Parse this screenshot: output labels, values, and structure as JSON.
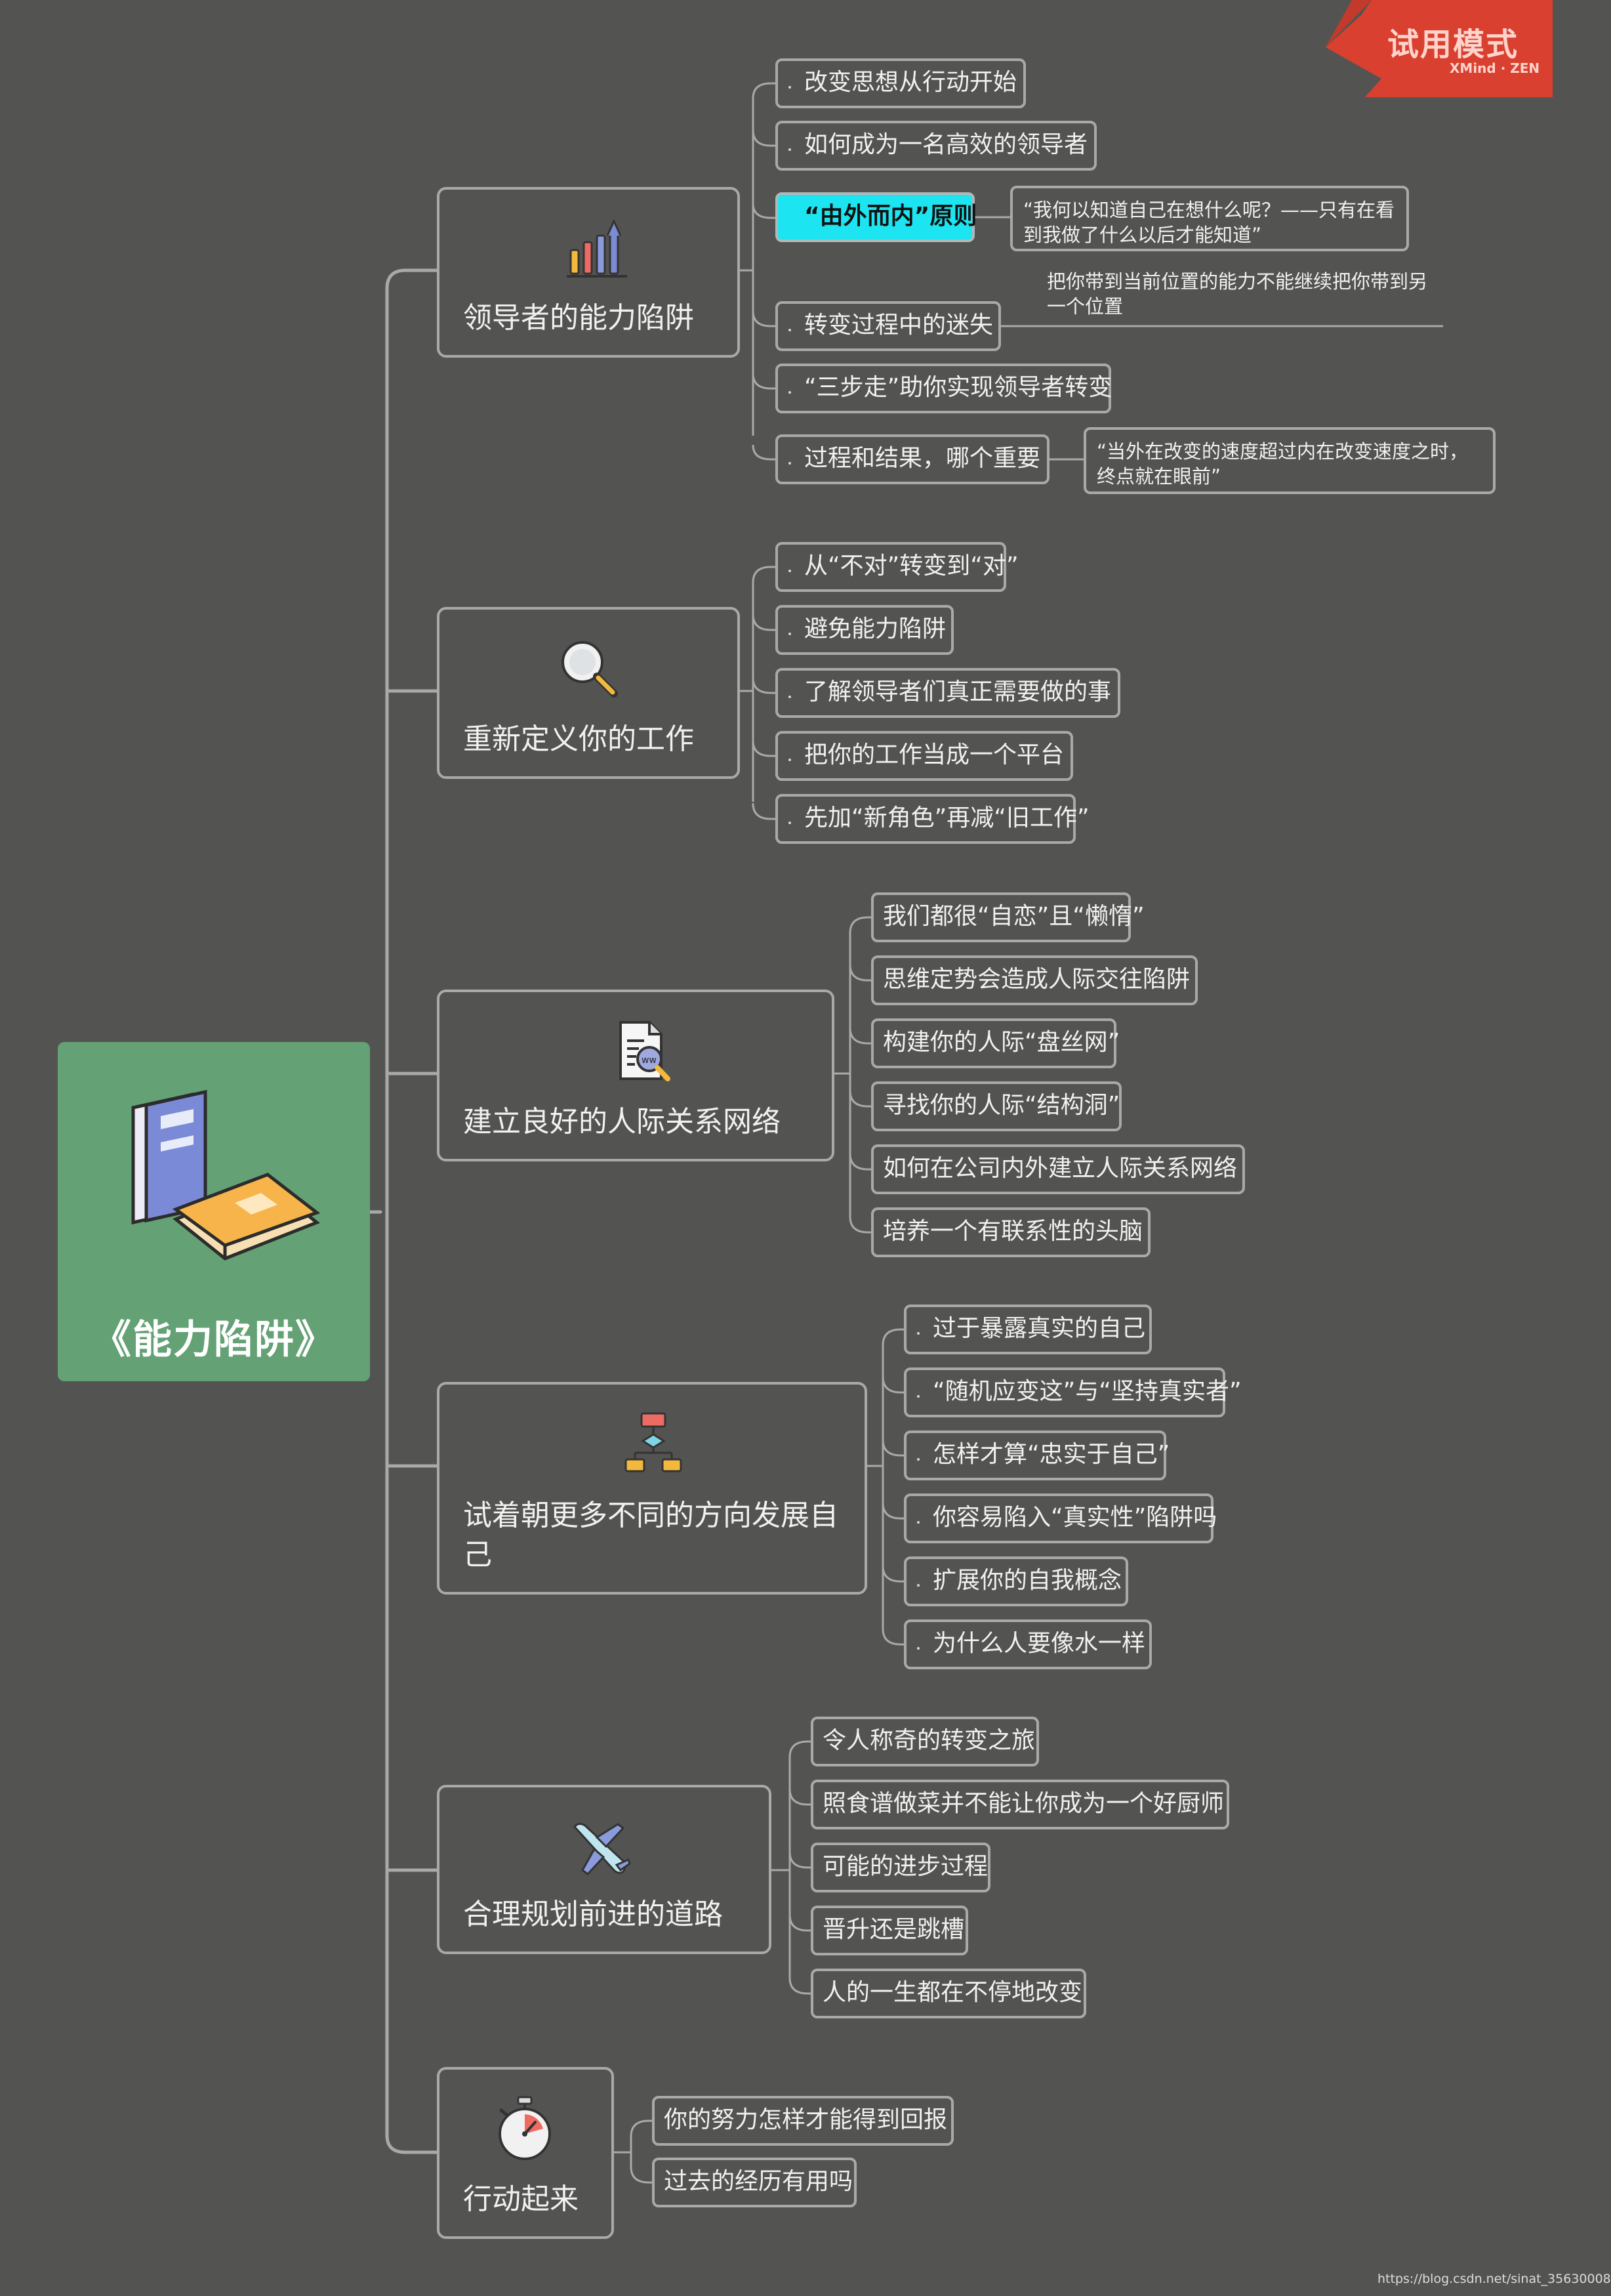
{
  "root": {
    "title": "《能力陷阱》",
    "icon": "books-icon"
  },
  "trial_badge": {
    "title": "试用模式",
    "subtitle": "XMind · ZEN"
  },
  "topics": [
    {
      "label": "领导者的能力陷阱",
      "icon": "bar-chart-icon",
      "subs": [
        "改变思想从行动开始",
        "如何成为一名高效的领导者",
        "“由外而内”原则",
        "转变过程中的迷失",
        "“三步走”助你实现领导者转变",
        "过程和结果，哪个重要"
      ],
      "notes": [
        "“我何以知道自己在想什么呢？——只有在看到我做了什么以后才能知道”",
        "把你带到当前位置的能力不能继续把你带到另一个位置",
        "“当外在改变的速度超过内在改变速度之时，终点就在眼前”"
      ]
    },
    {
      "label": "重新定义你的工作",
      "icon": "magnifier-icon",
      "subs": [
        "从“不对”转变到“对”",
        "避免能力陷阱",
        "了解领导者们真正需要做的事",
        "把你的工作当成一个平台",
        "先加“新角色”再减“旧工作”"
      ]
    },
    {
      "label": "建立良好的人际关系网络",
      "icon": "web-document-icon",
      "subs": [
        "我们都很“自恋”且“懒惰”",
        "思维定势会造成人际交往陷阱",
        "构建你的人际“盘丝网”",
        "寻找你的人际“结构洞”",
        "如何在公司内外建立人际关系网络",
        "培养一个有联系性的头脑"
      ]
    },
    {
      "label": "试着朝更多不同的方向发展自己",
      "icon": "flowchart-icon",
      "subs": [
        "过于暴露真实的自己",
        "“随机应变这”与“坚持真实者”",
        "怎样才算“忠实于自己”",
        "你容易陷入“真实性”陷阱吗",
        "扩展你的自我概念",
        "为什么人要像水一样"
      ]
    },
    {
      "label": "合理规划前进的道路",
      "icon": "airplane-icon",
      "subs": [
        "令人称奇的转变之旅",
        "照食谱做菜并不能让你成为一个好厨师",
        "可能的进步过程",
        "晋升还是跳槽",
        "人的一生都在不停地改变"
      ]
    },
    {
      "label": "行动起来",
      "icon": "stopwatch-icon",
      "subs": [
        "你的努力怎样才能得到回报",
        "过去的经历有用吗"
      ]
    }
  ],
  "watermark": "https://blog.csdn.net/sinat_35630008"
}
